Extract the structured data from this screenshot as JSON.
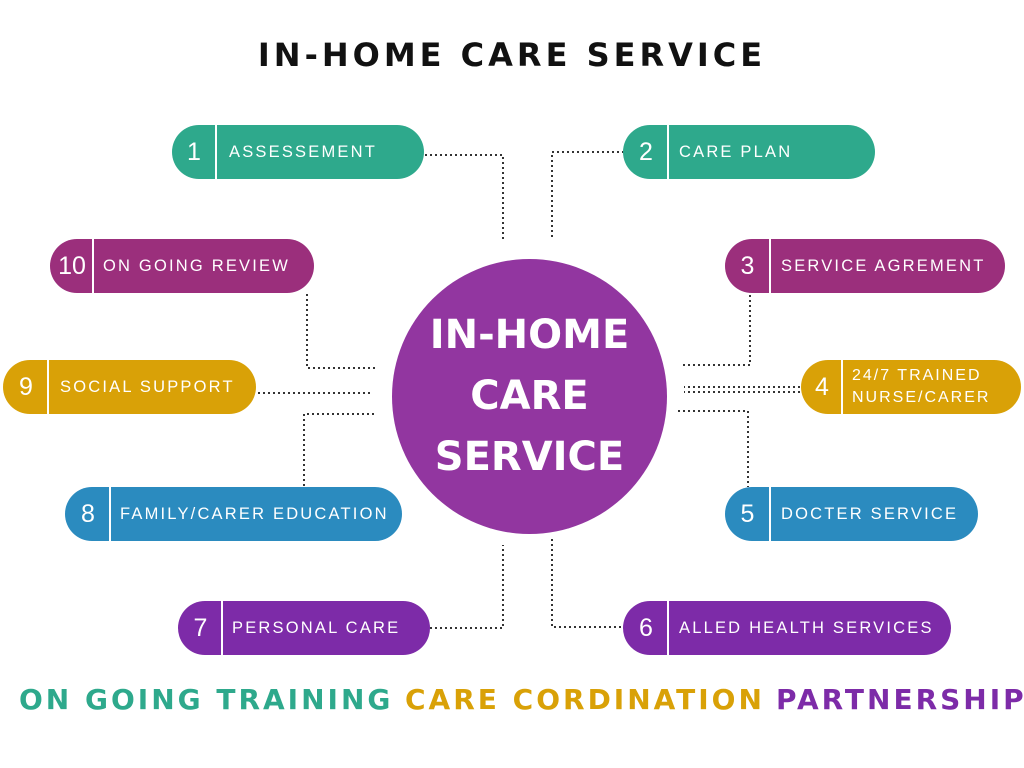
{
  "title": "IN-HOME CARE SERVICE",
  "center": {
    "label": "IN-HOME CARE SERVICE"
  },
  "colors": {
    "green": "#2ea98c",
    "magenta": "#9b2f7c",
    "gold": "#d9a107",
    "blue": "#2b8bbf",
    "purple": "#7d2ba8",
    "center": "#9236a0"
  },
  "steps": [
    {
      "num": "1",
      "label": "ASSESSEMENT"
    },
    {
      "num": "2",
      "label": "CARE PLAN"
    },
    {
      "num": "3",
      "label": "SERVICE AGREMENT"
    },
    {
      "num": "4",
      "label": "24/7 TRAINED NURSE/CARER"
    },
    {
      "num": "5",
      "label": "DOCTER SERVICE"
    },
    {
      "num": "6",
      "label": "ALLED HEALTH SERVICES"
    },
    {
      "num": "7",
      "label": "PERSONAL CARE"
    },
    {
      "num": "8",
      "label": "FAMILY/CARER EDUCATION"
    },
    {
      "num": "9",
      "label": "SOCIAL SUPPORT"
    },
    {
      "num": "10",
      "label": "ON GOING REVIEW"
    }
  ],
  "footer": {
    "training": "ON GOING TRAINING",
    "coordination": "CARE CORDINATION",
    "partnership": "PARTNERSHIP"
  }
}
